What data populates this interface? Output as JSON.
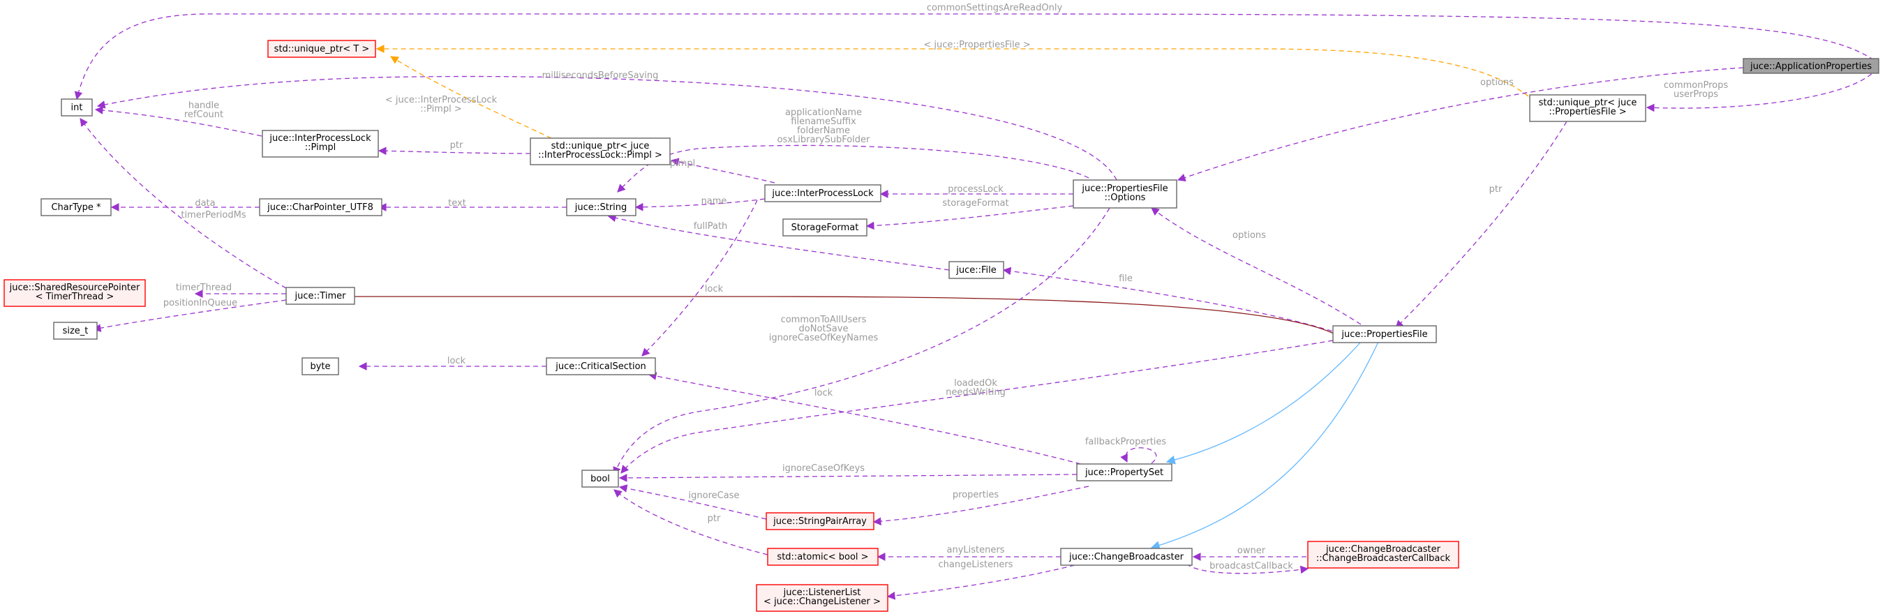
{
  "colors": {
    "usage_edge": "#9a32cd",
    "template_edge": "#ffa500",
    "inherit_edge": "#63b8ff",
    "private_inherit_edge": "#8b1a1a",
    "undocumented_border": "#ff0000",
    "node_border": "#666666",
    "root_fill": "#a0a0a0"
  },
  "nodes": {
    "application_properties": [
      "juce::ApplicationProperties"
    ],
    "int": [
      "int"
    ],
    "unique_ptr_t": [
      "std::unique_ptr< T >"
    ],
    "unique_ptr_properties_file": [
      "std::unique_ptr< juce",
      "::PropertiesFile >"
    ],
    "interprocesslock_pimpl": [
      "juce::InterProcessLock",
      "::Pimpl"
    ],
    "unique_ptr_pimpl": [
      "std::unique_ptr< juce",
      "::InterProcessLock::Pimpl >"
    ],
    "chartype": [
      "CharType *"
    ],
    "charpointer_utf8": [
      "juce::CharPointer_UTF8"
    ],
    "string": [
      "juce::String"
    ],
    "interprocesslock": [
      "juce::InterProcessLock"
    ],
    "propertiesfile_options": [
      "juce::PropertiesFile",
      "::Options"
    ],
    "storageformat": [
      "StorageFormat"
    ],
    "file": [
      "juce::File"
    ],
    "sharedresourcepointer": [
      "juce::SharedResourcePointer",
      "< TimerThread >"
    ],
    "timer": [
      "juce::Timer"
    ],
    "size_t": [
      "size_t"
    ],
    "propertiesfile": [
      "juce::PropertiesFile"
    ],
    "byte": [
      "byte"
    ],
    "criticalsection": [
      "juce::CriticalSection"
    ],
    "bool": [
      "bool"
    ],
    "propertyset": [
      "juce::PropertySet"
    ],
    "stringpairarray": [
      "juce::StringPairArray"
    ],
    "atomic_bool": [
      "std::atomic< bool >"
    ],
    "changebroadcaster": [
      "juce::ChangeBroadcaster"
    ],
    "changebroadcaster_callback": [
      "juce::ChangeBroadcaster",
      "::ChangeBroadcasterCallback"
    ],
    "listenerlist": [
      "juce::ListenerList",
      "< juce::ChangeListener >"
    ]
  },
  "edge_labels": {
    "common_settings": [
      "commonSettingsAreReadOnly"
    ],
    "template_props": [
      "< juce::PropertiesFile >"
    ],
    "template_pimpl": [
      "< juce::InterProcessLock",
      "::Pimpl >"
    ],
    "milliseconds": [
      "millisecondsBeforeSaving"
    ],
    "options": [
      "options"
    ],
    "common_props": [
      "commonProps",
      "userProps"
    ],
    "handle_refcount": [
      "handle",
      "refCount"
    ],
    "ptr_pimpl": [
      "ptr"
    ],
    "app_name": [
      "applicationName",
      "filenameSuffix",
      "folderName",
      "osxLibrarySubFolder"
    ],
    "pimpl": [
      "pimpl"
    ],
    "data": [
      "data"
    ],
    "text": [
      "text"
    ],
    "name": [
      "name"
    ],
    "process_lock": [
      "processLock"
    ],
    "storage_format": [
      "storageFormat"
    ],
    "ptr_props": [
      "ptr"
    ],
    "timer_period": [
      "timerPeriodMs"
    ],
    "full_path": [
      "fullPath"
    ],
    "options_pf": [
      "options"
    ],
    "timer_thread": [
      "timerThread"
    ],
    "position_in_queue": [
      "positionInQueue"
    ],
    "lock_ipl": [
      "lock"
    ],
    "file": [
      "file"
    ],
    "options_bools": [
      "commonToAllUsers",
      "doNotSave",
      "ignoreCaseOfKeyNames"
    ],
    "lock_cs": [
      "lock"
    ],
    "loaded_ok": [
      "loadedOk",
      "needsWriting"
    ],
    "lock_ps": [
      "lock"
    ],
    "fallback": [
      "fallbackProperties"
    ],
    "ignore_case_of_keys": [
      "ignoreCaseOfKeys"
    ],
    "ignore_case": [
      "ignoreCase"
    ],
    "properties": [
      "properties"
    ],
    "ptr_atomic": [
      "ptr"
    ],
    "any_listeners": [
      "anyListeners"
    ],
    "owner": [
      "owner"
    ],
    "broadcast_callback": [
      "broadcastCallback"
    ],
    "change_listeners": [
      "changeListeners"
    ]
  }
}
